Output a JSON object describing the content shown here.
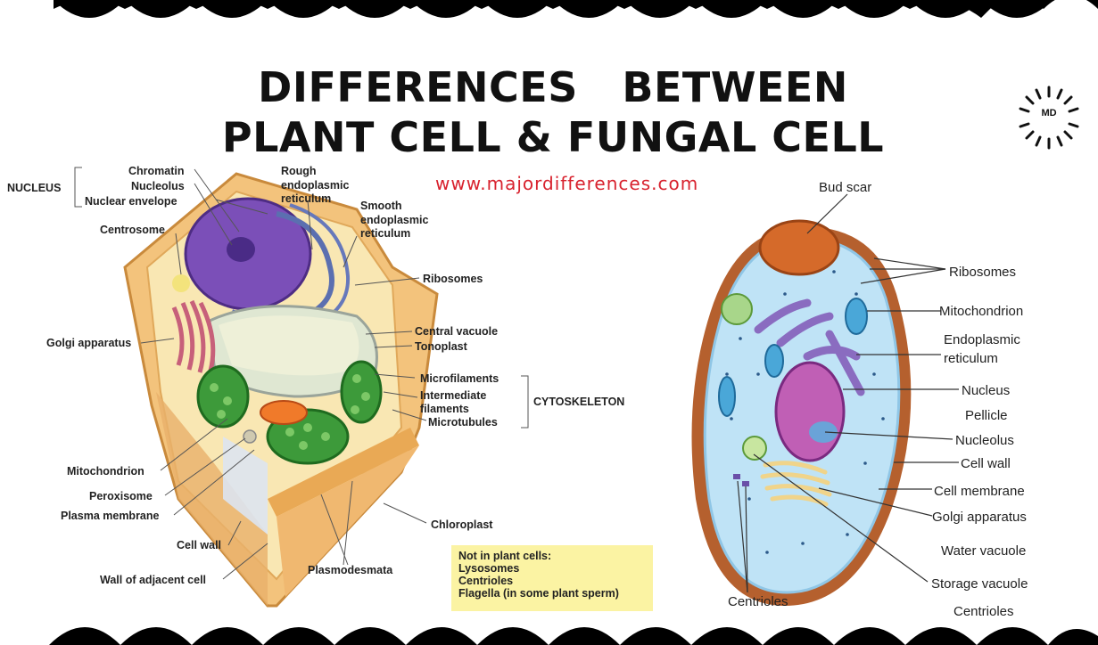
{
  "header": {
    "title_line1": "DIFFERENCES   BETWEEN",
    "title_line2": "PLANT CELL & FUNGAL CELL",
    "url": "www.majordifferences.com",
    "logo_text": "MD"
  },
  "plant_cell": {
    "group_nucleus": "NUCLEUS",
    "chromatin": "Chromatin",
    "nucleolus": "Nucleolus",
    "nuclear_envelope": "Nuclear envelope",
    "centrosome": "Centrosome",
    "rough_er_1": "Rough",
    "rough_er_2": "endoplasmic",
    "rough_er_3": "reticulum",
    "smooth_er_1": "Smooth",
    "smooth_er_2": "endoplasmic",
    "smooth_er_3": "reticulum",
    "ribosomes": "Ribosomes",
    "central_vacuole": "Central vacuole",
    "tonoplast": "Tonoplast",
    "golgi": "Golgi apparatus",
    "microfilaments": "Microfilaments",
    "intermediate_1": "Intermediate",
    "intermediate_2": "filaments",
    "microtubules": "Microtubules",
    "group_cytoskeleton": "CYTOSKELETON",
    "mitochondrion": "Mitochondrion",
    "peroxisome": "Peroxisome",
    "plasma_membrane": "Plasma membrane",
    "cell_wall": "Cell wall",
    "wall_adjacent": "Wall of adjacent cell",
    "chloroplast": "Chloroplast",
    "plasmodesmata": "Plasmodesmata",
    "note": {
      "heading": "Not in plant cells:",
      "item1": "Lysosomes",
      "item2": "Centrioles",
      "item3": "Flagella (in some plant sperm)"
    }
  },
  "fungal_cell": {
    "bud_scar": "Bud scar",
    "ribosomes": "Ribosomes",
    "mitochondrion": "Mitochondrion",
    "er_1": "Endoplasmic",
    "er_2": "reticulum",
    "nucleus": "Nucleus",
    "pellicle": "Pellicle",
    "nucleolus": "Nucleolus",
    "cell_wall": "Cell wall",
    "cell_membrane": "Cell membrane",
    "golgi": "Golgi apparatus",
    "water_vacuole": "Water vacuole",
    "storage_vacuole": "Storage vacuole",
    "centrioles_left": "Centrioles",
    "centrioles_right": "Centrioles"
  },
  "colors": {
    "title": "#111111",
    "url": "#d8222e",
    "wave": "#000000",
    "note_bg": "#fbf3a3"
  }
}
